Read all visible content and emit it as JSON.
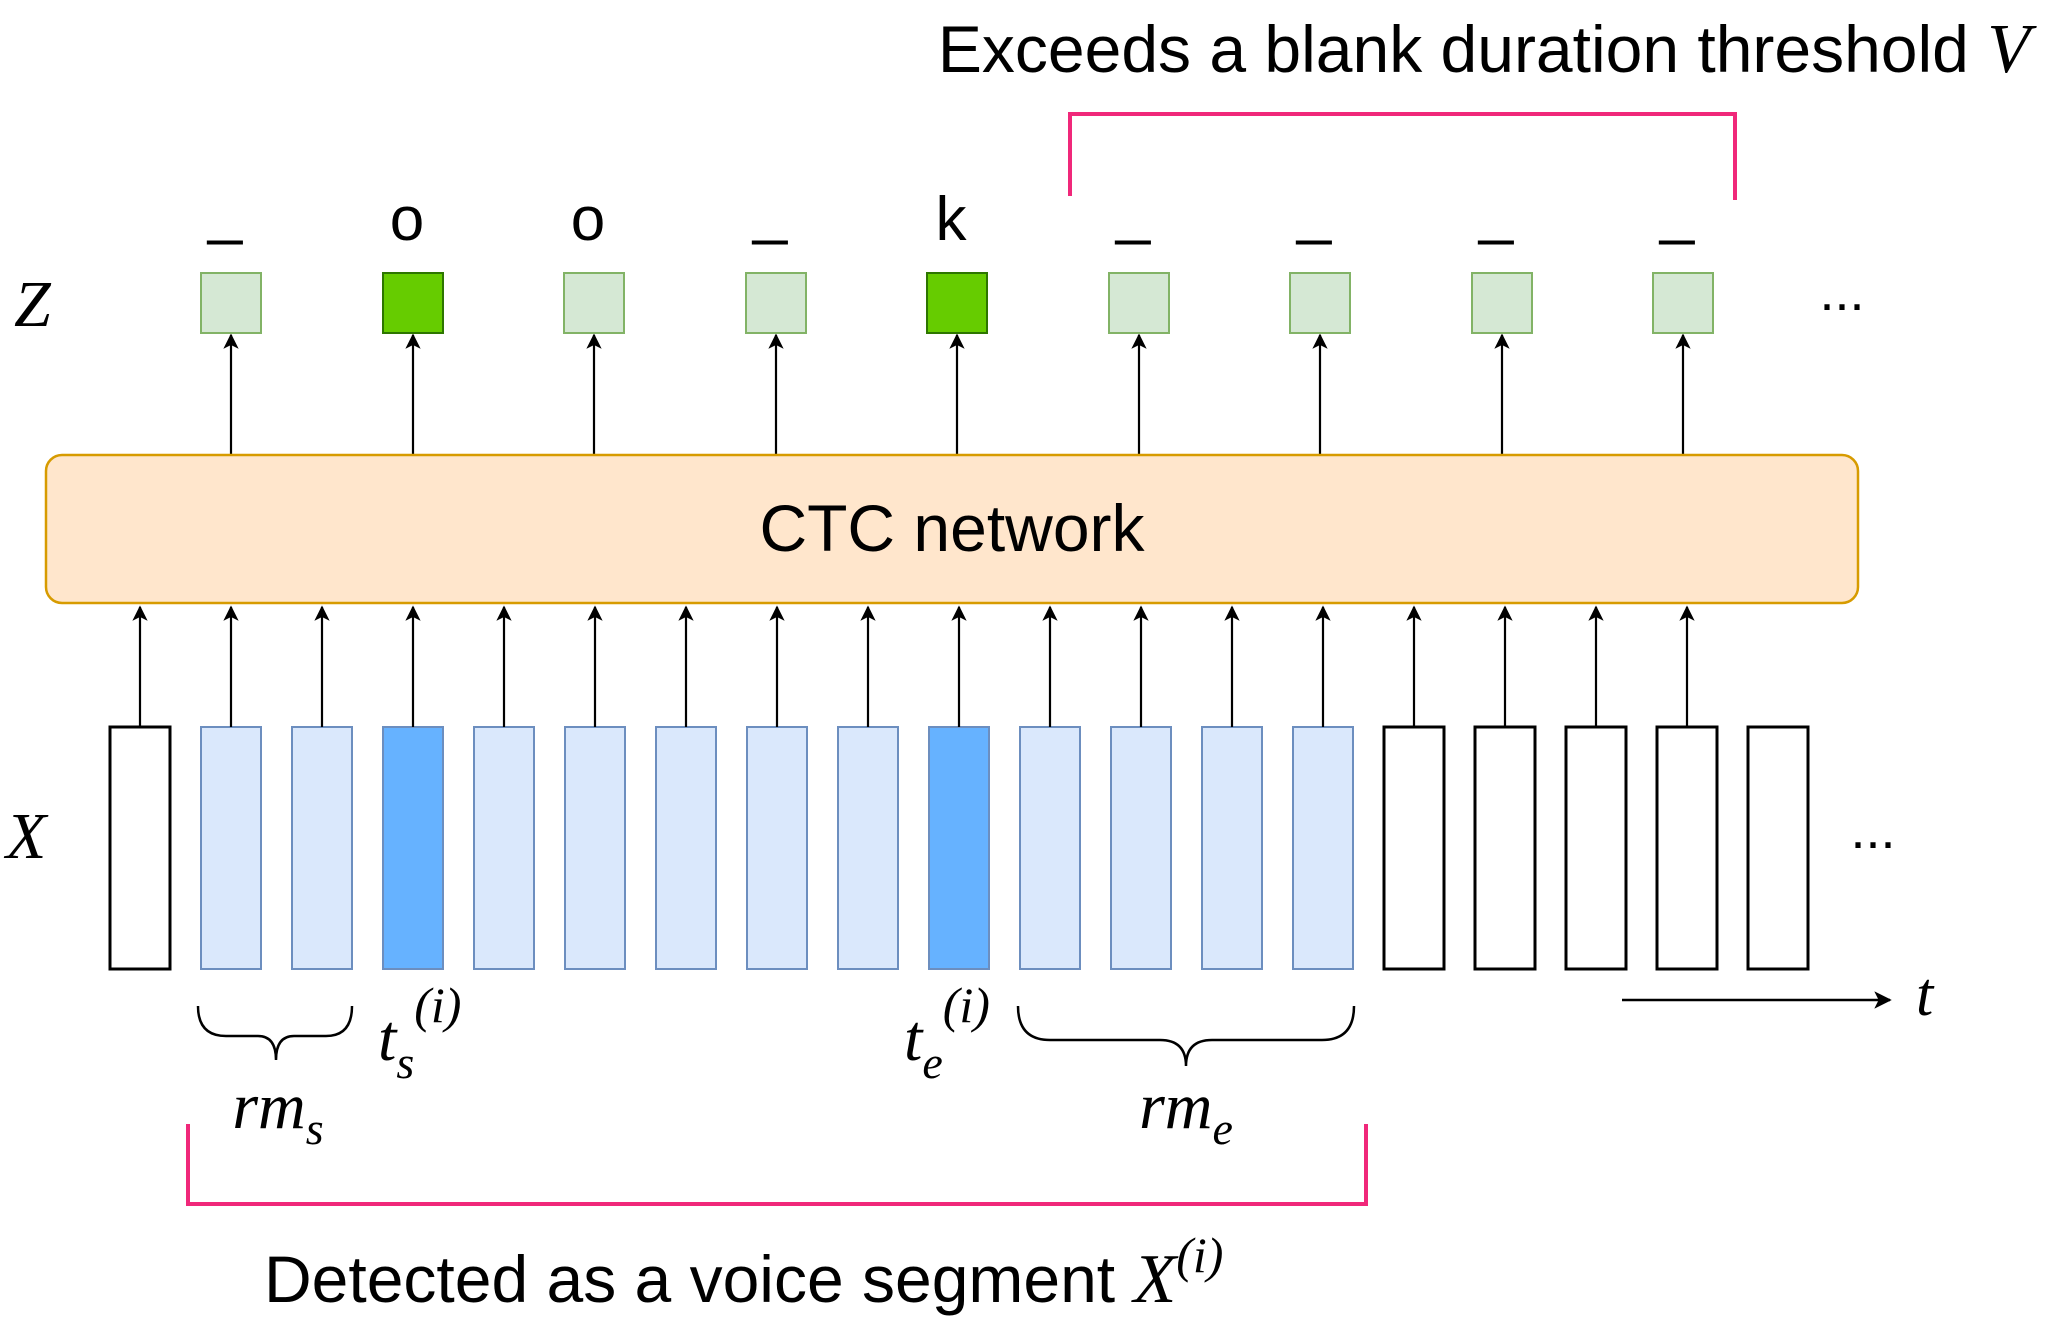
{
  "top_bracket": {
    "text": "Exceeds a blank duration threshold ",
    "var": "V",
    "color": "#f0287a"
  },
  "bottom_bracket": {
    "text": "Detected as a voice segment ",
    "var": "X",
    "sup": "(i)",
    "color": "#f0287a"
  },
  "row_labels": {
    "z": "Z",
    "x": "X"
  },
  "network": {
    "label": "CTC network",
    "fill": "#ffe6cc",
    "stroke": "#d79b00"
  },
  "z_outputs": [
    {
      "symbol": "_",
      "state": "blank"
    },
    {
      "symbol": "o",
      "state": "emitted"
    },
    {
      "symbol": "o",
      "state": "blank"
    },
    {
      "symbol": "_",
      "state": "blank"
    },
    {
      "symbol": "k",
      "state": "emitted"
    },
    {
      "symbol": "_",
      "state": "blank"
    },
    {
      "symbol": "_",
      "state": "blank"
    },
    {
      "symbol": "_",
      "state": "blank"
    },
    {
      "symbol": "_",
      "state": "blank"
    }
  ],
  "z_colors": {
    "blank_fill": "#d5e8d4",
    "blank_stroke": "#82b366",
    "emitted_fill": "#66cc00",
    "emitted_stroke": "#2d7600"
  },
  "x_frames": [
    "none",
    "margin",
    "margin",
    "boundary",
    "margin",
    "margin",
    "margin",
    "margin",
    "margin",
    "boundary",
    "margin",
    "margin",
    "margin",
    "margin",
    "none",
    "none",
    "none",
    "none",
    "none"
  ],
  "x_colors": {
    "none_fill": "#ffffff",
    "none_stroke": "#000000",
    "margin_fill": "#dae8fc",
    "margin_stroke": "#6c8ebf",
    "boundary_fill": "#66b2ff",
    "boundary_stroke": "#6c8ebf"
  },
  "ellipsis": "...",
  "time_axis": {
    "label": "t"
  },
  "markers": {
    "ts": {
      "base": "t",
      "sub": "s",
      "sup": "(i)"
    },
    "te": {
      "base": "t",
      "sub": "e",
      "sup": "(i)"
    },
    "rms": {
      "base": "rm",
      "sub": "s"
    },
    "rme": {
      "base": "rm",
      "sub": "e"
    }
  }
}
